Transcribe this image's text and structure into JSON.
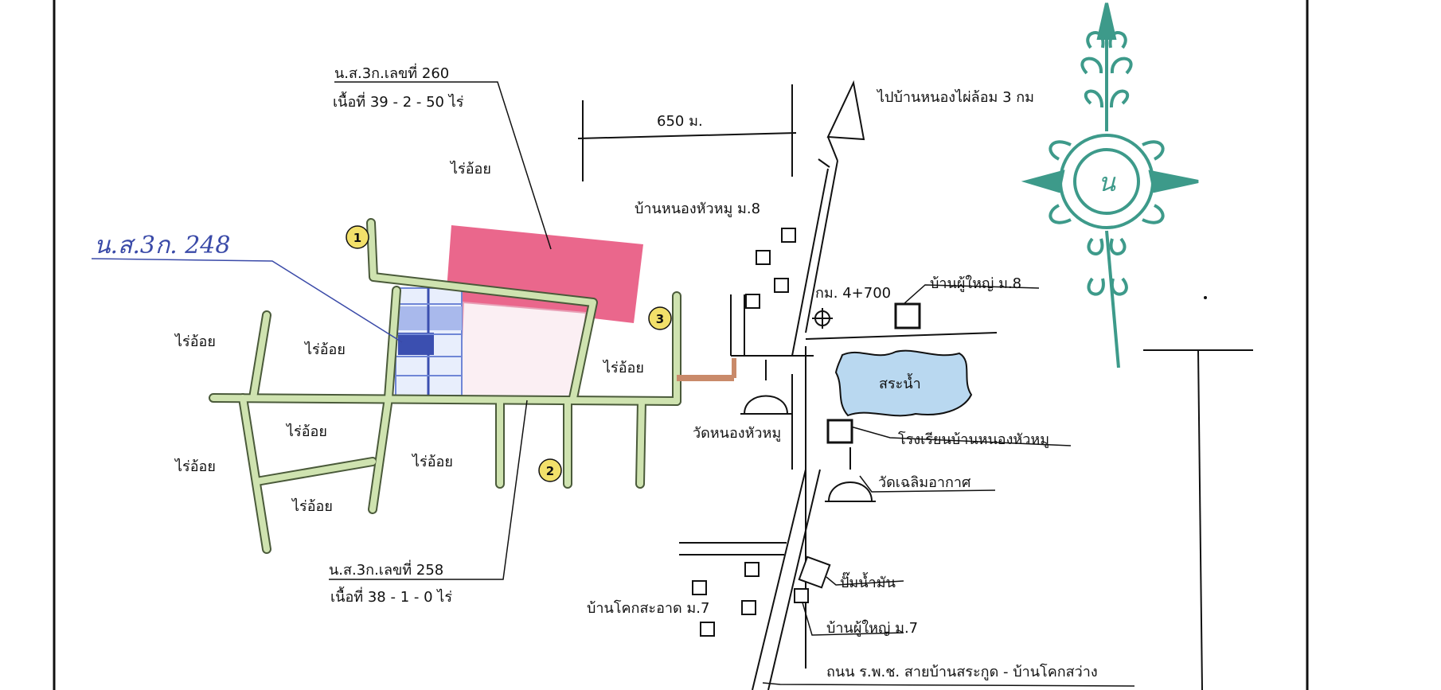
{
  "map": {
    "parcels": {
      "ns3k_260_title": "น.ส.3ก.เลขที่ 260",
      "ns3k_260_area": "เนื้อที่ 39 - 2 - 50 ไร่",
      "ns3k_258_title": "น.ส.3ก.เลขที่ 258",
      "ns3k_258_area": "เนื้อที่ 38 - 1 - 0 ไร่",
      "handwritten_248": "น.ส.3ก. 248"
    },
    "scale_label": "650 ม.",
    "direction_label": "ไปบ้านหนองไผ่ล้อม 3 กม",
    "km_marker": "กม. 4+700",
    "north_symbol": "น",
    "field_label": "ไร่อ้อย",
    "points": [
      "1",
      "2",
      "3"
    ],
    "places": {
      "village_nong_hua_mu": "บ้านหนองหัวหมู ม.8",
      "phu_yai_m8": "บ้านผู้ใหญ่ ม.8",
      "pond": "สระน้ำ",
      "wat_nong_hua_mu": "วัดหนองหัวหมู",
      "school": "โรงเรียนบ้านหนองหัวหมู",
      "wat_chaloem": "วัดเฉลิมอากาศ",
      "gas_station": "ปั๊มน้ำมัน",
      "village_khok_sa_at": "บ้านโคกสะอาด ม.7",
      "phu_yai_m7": "บ้านผู้ใหญ่ ม.7",
      "road": "ถนน ร.พ.ช. สายบ้านสระกูด - บ้านโคกสว่าง"
    },
    "colors": {
      "road_fill": "#cfe3b0",
      "road_edge": "#4a5a3a",
      "parcel_pink": "#e8577f",
      "parcel_blue": "#6f86d6",
      "pond": "#b9d8f0",
      "compass": "#3d9a8a",
      "marker": "#f2e06a",
      "access_road": "#c98a6a"
    }
  }
}
